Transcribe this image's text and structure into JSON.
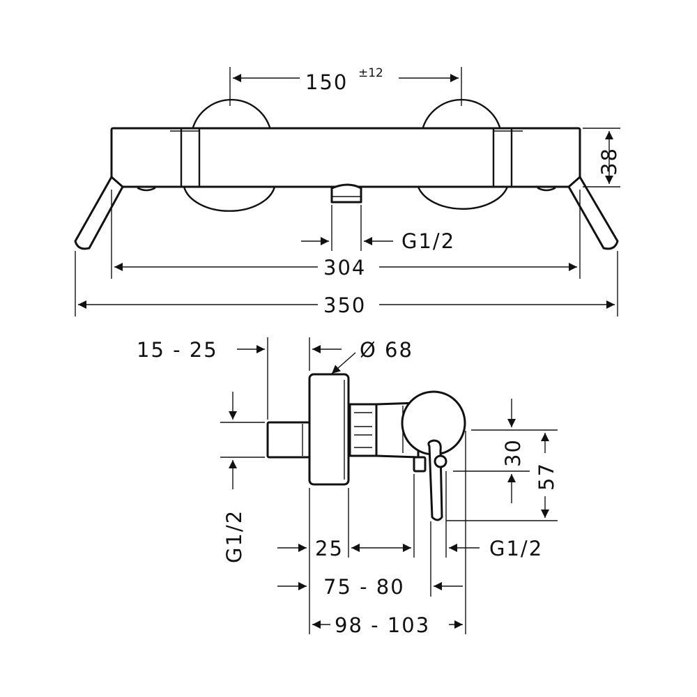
{
  "dimensions": {
    "spacing": "150",
    "spacing_tolerance": "±12",
    "height": "38",
    "outlet_thread": "G1/2",
    "body_length": "304",
    "overall_length": "350",
    "wall_gap": "15 - 25",
    "rosette_diameter": "Ø 68",
    "inlet_thread": "G1/2",
    "rosette_depth": "25",
    "lever_depth": "75 - 80",
    "overall_depth": "98 - 103",
    "side_outlet_thread": "G1/2",
    "outlet_drop": "30",
    "lever_drop": "57"
  }
}
